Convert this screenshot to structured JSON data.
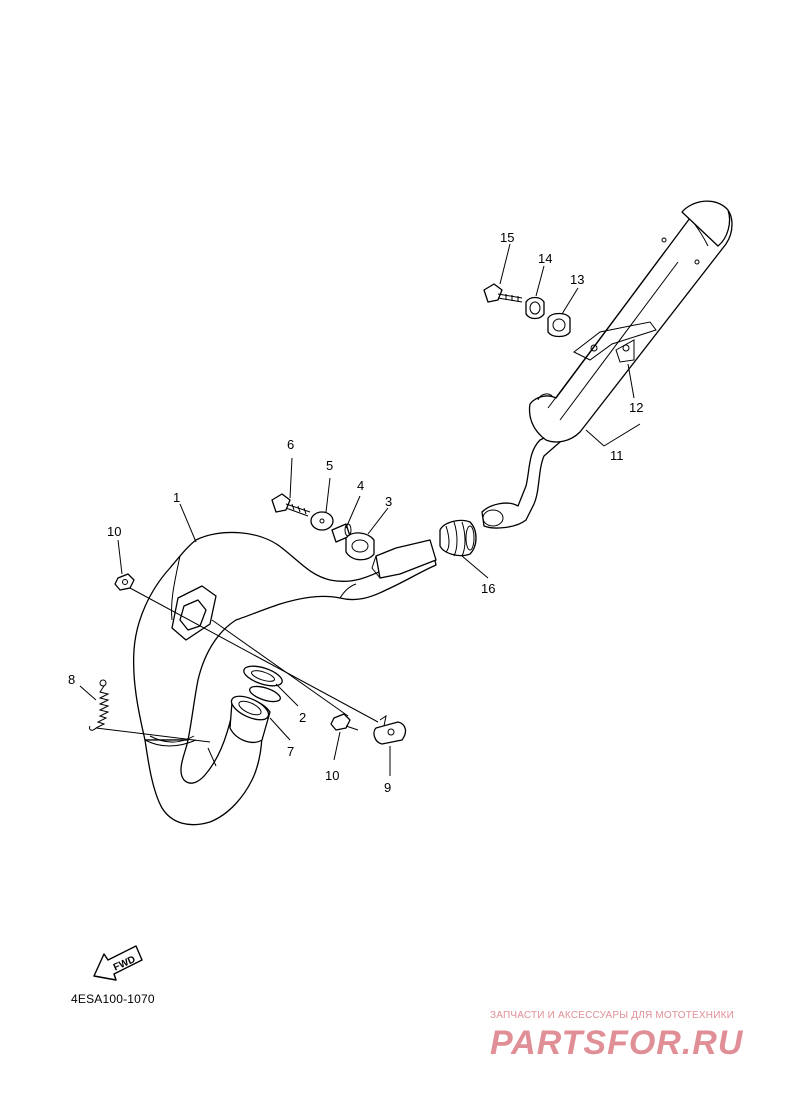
{
  "diagram": {
    "code": "4ESA100-1070",
    "direction_label": "FWD",
    "callouts": [
      {
        "id": "c1",
        "text": "1"
      },
      {
        "id": "c2",
        "text": "2"
      },
      {
        "id": "c3",
        "text": "3"
      },
      {
        "id": "c4",
        "text": "4"
      },
      {
        "id": "c5",
        "text": "5"
      },
      {
        "id": "c6",
        "text": "6"
      },
      {
        "id": "c7",
        "text": "7"
      },
      {
        "id": "c8",
        "text": "8"
      },
      {
        "id": "c9",
        "text": "9"
      },
      {
        "id": "c10a",
        "text": "10"
      },
      {
        "id": "c10b",
        "text": "10"
      },
      {
        "id": "c11",
        "text": "11"
      },
      {
        "id": "c12",
        "text": "12"
      },
      {
        "id": "c13",
        "text": "13"
      },
      {
        "id": "c14",
        "text": "14"
      },
      {
        "id": "c15",
        "text": "15"
      },
      {
        "id": "c16",
        "text": "16"
      }
    ]
  },
  "watermark": {
    "tagline": "ЗАПЧАСТИ И АКСЕССУАРЫ ДЛЯ МОТОТЕХНИКИ",
    "logo_text": "PARTSFOR.RU",
    "color": "#e08f96"
  }
}
